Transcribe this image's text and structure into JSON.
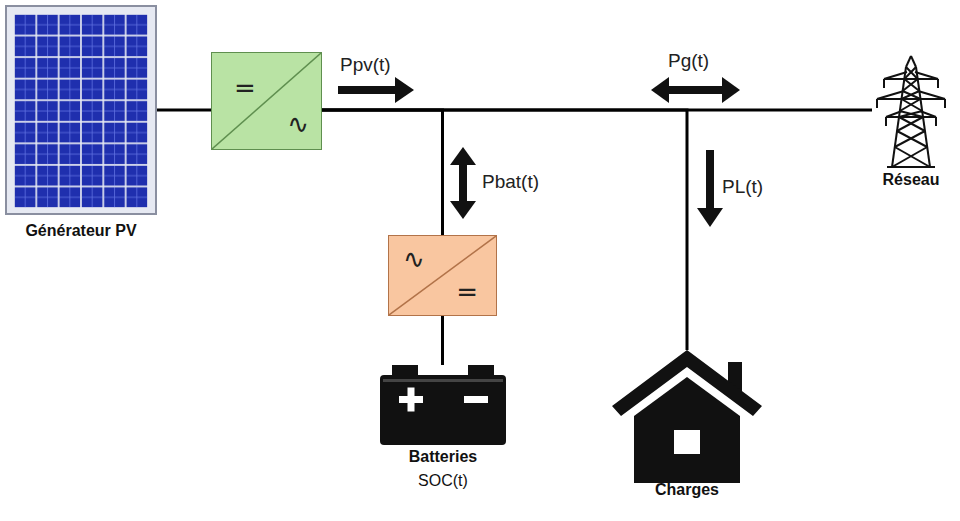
{
  "diagram": {
    "nodes": [
      {
        "text": [
          "Générateur PV"
        ]
      },
      {
        "text": [
          "=",
          "∿"
        ]
      },
      {
        "text": [
          "∿",
          "="
        ]
      },
      {
        "text": [
          "Batteries",
          "SOC(t)"
        ]
      },
      {
        "text": [
          "Charges"
        ]
      },
      {
        "text": [
          "Réseau"
        ]
      }
    ],
    "edges": [
      {
        "from": 0,
        "to": 1,
        "arrow": "none"
      },
      {
        "from": 1,
        "to": 5,
        "arrow": "none"
      },
      {
        "from": 1,
        "to": 2,
        "arrow": "none"
      },
      {
        "from": 1,
        "to": 4,
        "arrow": "none"
      },
      {
        "from": 2,
        "to": 3,
        "arrow": "none"
      }
    ],
    "labels": [
      "Ppv(t)",
      "Pbat(t)",
      "Pg(t)",
      "PL(t)"
    ]
  }
}
